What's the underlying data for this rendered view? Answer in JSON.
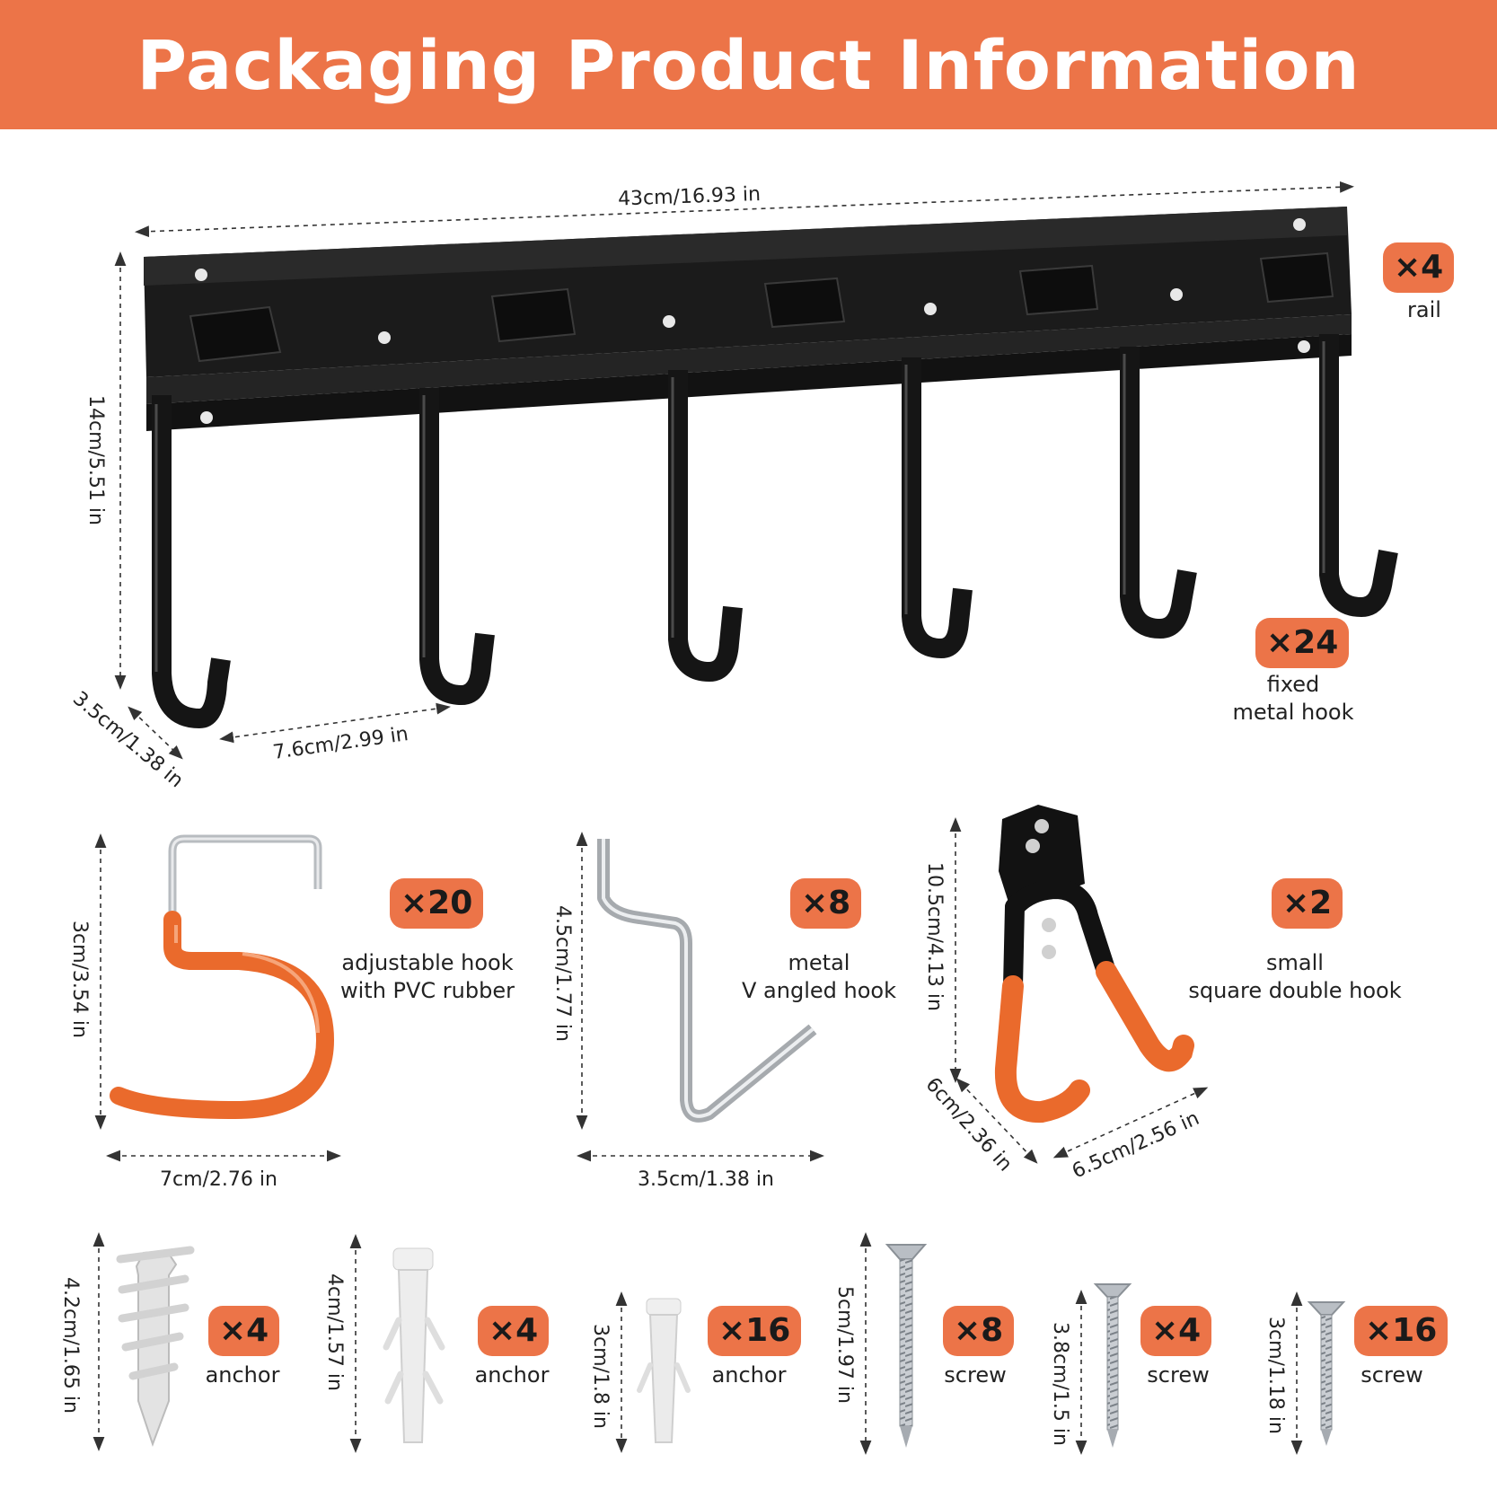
{
  "header": {
    "title": "Packaging Product Information"
  },
  "colors": {
    "accent": "#ec7448",
    "metal_black": "#151515",
    "rubber_orange": "#ea6a2c",
    "zinc": "#c8ccd0",
    "plastic": "#e6e6e6"
  },
  "rail": {
    "width_label": "43cm/16.93 in",
    "height_label": "14cm/5.51 in",
    "depth_label": "3.5cm/1.38 in",
    "spacing_label": "7.6cm/2.99 in",
    "rail_qty": "×4",
    "rail_name": "rail",
    "hook_qty": "×24",
    "hook_name_1": "fixed",
    "hook_name_2": "metal hook"
  },
  "adjustable_hook": {
    "height_label": "3cm/3.54 in",
    "width_label": "7cm/2.76 in",
    "qty": "×20",
    "name_1": "adjustable hook",
    "name_2": "with PVC rubber"
  },
  "v_hook": {
    "height_label": "4.5cm/1.77 in",
    "width_label": "3.5cm/1.38 in",
    "qty": "×8",
    "name_1": "metal",
    "name_2": "V angled hook"
  },
  "double_hook": {
    "height_label": "10.5cm/4.13 in",
    "depth_label": "6cm/2.36 in",
    "width_label": "6.5cm/2.56 in",
    "qty": "×2",
    "name_1": "small",
    "name_2": "square double hook"
  },
  "hardware": [
    {
      "size": "4.2cm/1.65 in",
      "qty": "×4",
      "name": "anchor"
    },
    {
      "size": "4cm/1.57 in",
      "qty": "×4",
      "name": "anchor"
    },
    {
      "size": "3cm/1.8 in",
      "qty": "×16",
      "name": "anchor"
    },
    {
      "size": "5cm/1.97 in",
      "qty": "×8",
      "name": "screw"
    },
    {
      "size": "3.8cm/1.5 in",
      "qty": "×4",
      "name": "screw"
    },
    {
      "size": "3cm/1.18 in",
      "qty": "×16",
      "name": "screw"
    }
  ]
}
